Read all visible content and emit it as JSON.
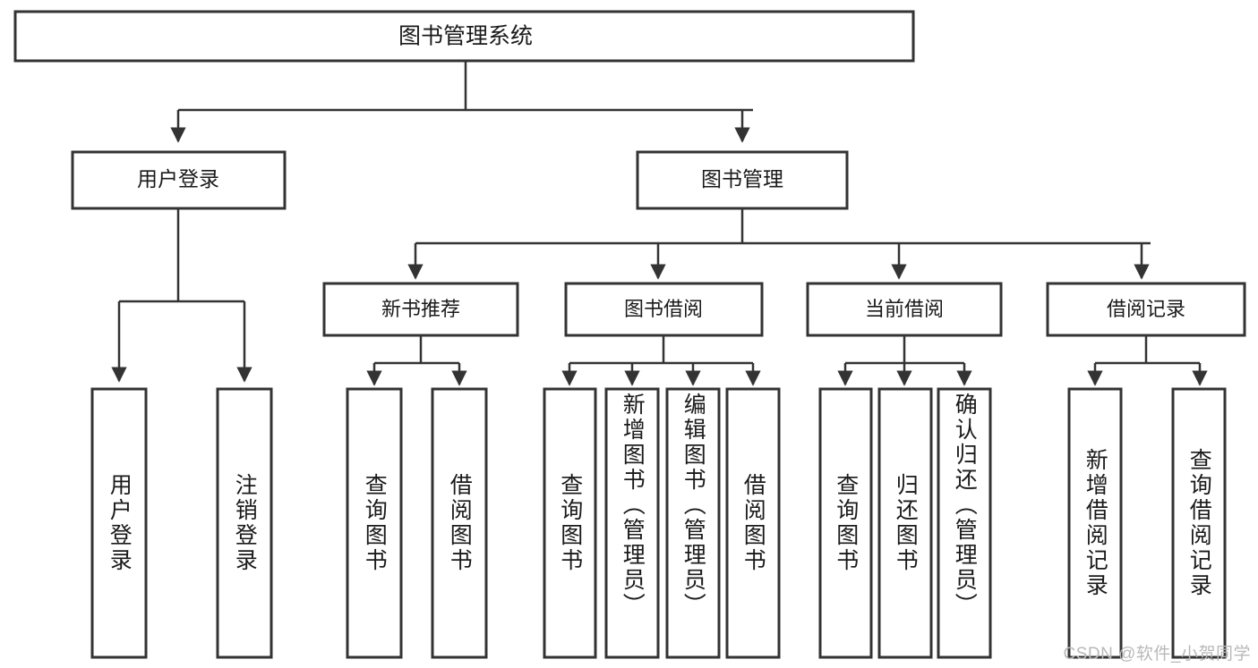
{
  "diagram": {
    "title": "图书管理系统",
    "type": "tree-hierarchy-chart",
    "watermark": "CSDN @软件_小贺同学",
    "colors": {
      "background": "#ffffff",
      "box_stroke": "#333333",
      "box_fill": "#ffffff",
      "text": "#1a1a1a",
      "watermark": "#b9b9b9"
    },
    "root": {
      "label": "图书管理系统"
    },
    "level1": [
      {
        "label": "用户登录"
      },
      {
        "label": "图书管理"
      }
    ],
    "level2": [
      {
        "label": "新书推荐"
      },
      {
        "label": "图书借阅"
      },
      {
        "label": "当前借阅"
      },
      {
        "label": "借阅记录"
      }
    ],
    "leaves": {
      "user_login": [
        {
          "label": "用户登录"
        },
        {
          "label": "注销登录"
        }
      ],
      "new_book_recommend": [
        {
          "label": "查询图书"
        },
        {
          "label": "借阅图书"
        }
      ],
      "book_borrow": [
        {
          "label": "查询图书"
        },
        {
          "label": "新增图书（管理员）"
        },
        {
          "label": "编辑图书（管理员）"
        },
        {
          "label": "借阅图书"
        }
      ],
      "current_borrow": [
        {
          "label": "查询图书"
        },
        {
          "label": "归还图书"
        },
        {
          "label": "确认归还（管理员）"
        }
      ],
      "borrow_record": [
        {
          "label": "新增借阅记录"
        },
        {
          "label": "查询借阅记录"
        }
      ]
    }
  }
}
